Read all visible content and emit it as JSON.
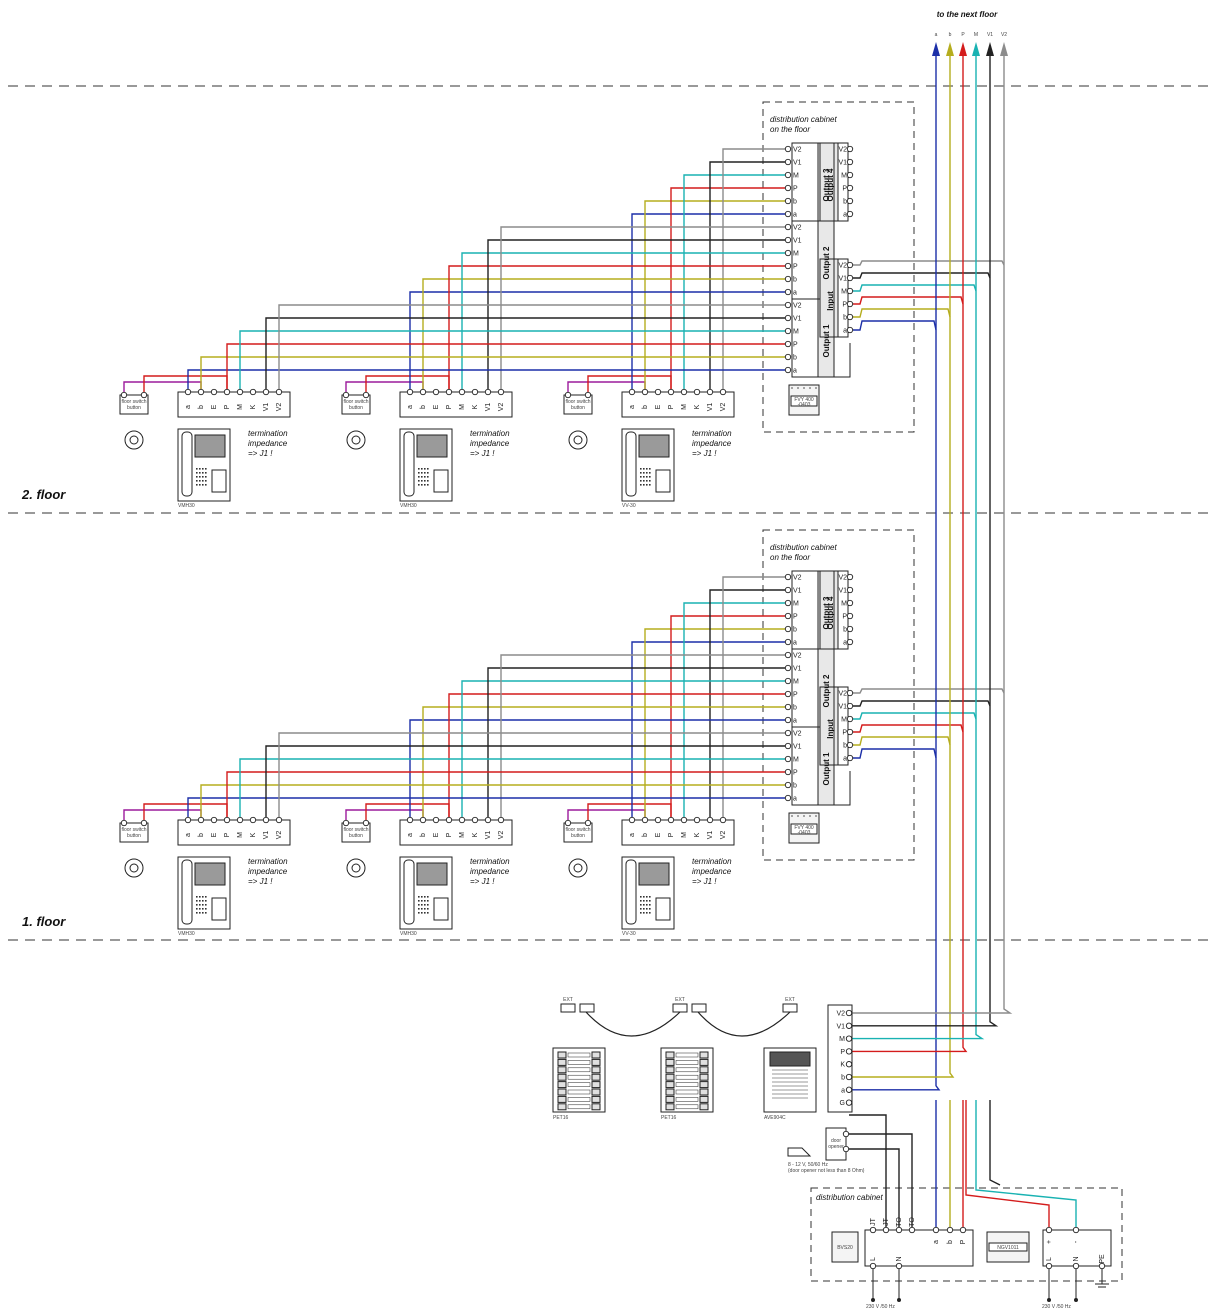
{
  "top_label": "to the next floor",
  "bus_labels": [
    "a",
    "b",
    "P",
    "M",
    "V1",
    "V2"
  ],
  "floors": [
    {
      "label": "2. floor",
      "cabinet_title": [
        "distribution cabinet",
        "on the floor"
      ],
      "cabinet_device": [
        "FVY 400",
        "-0403"
      ],
      "stations": [
        {
          "button_label": [
            "floor switch",
            "button"
          ],
          "monitor_model": "VMH30",
          "terminals": [
            "a",
            "b",
            "E",
            "P",
            "M",
            "K",
            "V1",
            "V2"
          ],
          "note": [
            "termination",
            "impedance",
            "=> J1 !"
          ]
        },
        {
          "button_label": [
            "floor switch",
            "button"
          ],
          "monitor_model": "VMH30",
          "terminals": [
            "a",
            "b",
            "E",
            "P",
            "M",
            "K",
            "V1",
            "V2"
          ],
          "note": [
            "termination",
            "impedance",
            "=> J1 !"
          ]
        },
        {
          "button_label": [
            "floor switch",
            "button"
          ],
          "monitor_model": "VV-30",
          "terminals": [
            "a",
            "b",
            "E",
            "P",
            "M",
            "K",
            "V1",
            "V2"
          ],
          "note": [
            "termination",
            "impedance",
            "=> J1 !"
          ]
        }
      ]
    },
    {
      "label": "1. floor",
      "cabinet_title": [
        "distribution cabinet",
        "on the floor"
      ],
      "cabinet_device": [
        "FVY 400",
        "-0403"
      ],
      "stations": [
        {
          "button_label": [
            "floor switch",
            "button"
          ],
          "monitor_model": "VMH30",
          "terminals": [
            "a",
            "b",
            "E",
            "P",
            "M",
            "K",
            "V1",
            "V2"
          ],
          "note": [
            "termination",
            "impedance",
            "=> J1 !"
          ]
        },
        {
          "button_label": [
            "floor switch",
            "button"
          ],
          "monitor_model": "VMH30",
          "terminals": [
            "a",
            "b",
            "E",
            "P",
            "M",
            "K",
            "V1",
            "V2"
          ],
          "note": [
            "termination",
            "impedance",
            "=> J1 !"
          ]
        },
        {
          "button_label": [
            "floor switch",
            "button"
          ],
          "monitor_model": "VV-30",
          "terminals": [
            "a",
            "b",
            "E",
            "P",
            "M",
            "K",
            "V1",
            "V2"
          ],
          "note": [
            "termination",
            "impedance",
            "=> J1 !"
          ]
        }
      ]
    }
  ],
  "output_blocks": [
    "Output 4",
    "Output 3",
    "Output 2",
    "Output 1",
    "Input"
  ],
  "output_pins": [
    "V2",
    "V1",
    "M",
    "P",
    "b",
    "a"
  ],
  "ground": {
    "panels": [
      "PET16",
      "PET16",
      "AVE904C"
    ],
    "ext_label": "EXT",
    "entrance_terminals": [
      "V2",
      "V1",
      "M",
      "P",
      "K",
      "b",
      "a",
      "G"
    ],
    "door_opener": [
      "door",
      "opener"
    ],
    "door_note": [
      "8 - 12 V, 50/60 Hz",
      "(door opener not less than 8 Ohm)"
    ],
    "cabinet_title": "distribution cabinet",
    "psu_left": "BVS20",
    "psu_right": "NGV1011",
    "mains_left": "230 V /50 Hz",
    "mains_right": "230 V /50 Hz",
    "psu_term_left": [
      "JT",
      "JT",
      "TO",
      "TO"
    ],
    "bus_term": [
      "a",
      "b",
      "P"
    ],
    "psu_term_right": [
      "+",
      "-"
    ],
    "mains_term_left": [
      "L",
      "N"
    ],
    "mains_term_right": [
      "L",
      "N",
      "PE"
    ]
  },
  "colors": {
    "a": "#1c2fa8",
    "b": "#b5ad1e",
    "P": "#d41c1c",
    "M": "#19b2b2",
    "V1": "#222222",
    "V2": "#8c8c8c",
    "K": "#9c1b9c"
  }
}
